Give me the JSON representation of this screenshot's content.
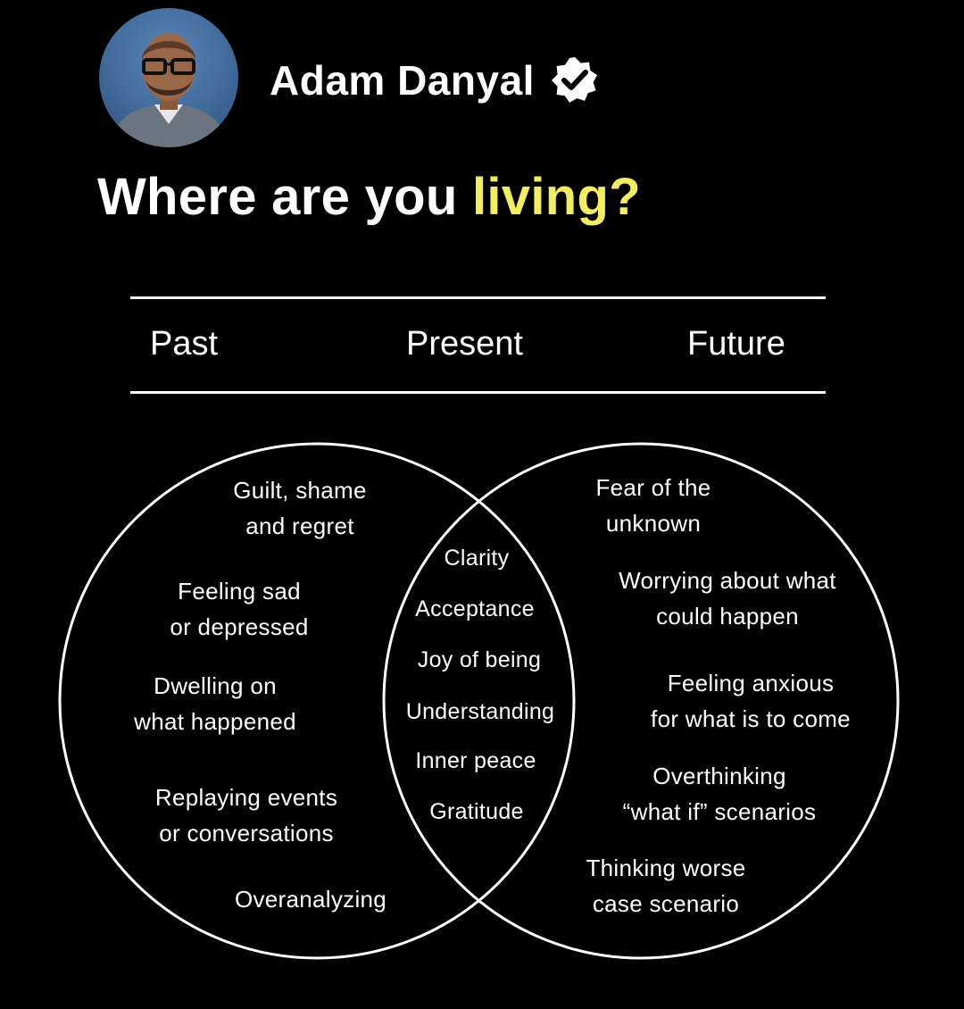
{
  "author": {
    "name": "Adam Danyal",
    "verified_icon": "verified-badge-icon"
  },
  "headline": {
    "lead": "Where are you ",
    "accent": "living?",
    "accent_color": "#f2ee5c"
  },
  "timeline": {
    "past": "Past",
    "present": "Present",
    "future": "Future"
  },
  "venn": {
    "past": [
      [
        "Guilt, shame",
        "and regret"
      ],
      [
        "Feeling sad",
        "or depressed"
      ],
      [
        "Dwelling on",
        "what happened"
      ],
      [
        "Replaying events",
        "or conversations"
      ],
      [
        "Overanalyzing"
      ]
    ],
    "present": [
      "Clarity",
      "Acceptance",
      "Joy of being",
      "Understanding",
      "Inner peace",
      "Gratitude"
    ],
    "future": [
      [
        "Fear of the",
        "unknown"
      ],
      [
        "Worrying about what",
        "could happen"
      ],
      [
        "Feeling anxious",
        "for what is to come"
      ],
      [
        "Overthinking",
        "“what if” scenarios"
      ],
      [
        "Thinking worse",
        "case scenario"
      ]
    ]
  }
}
